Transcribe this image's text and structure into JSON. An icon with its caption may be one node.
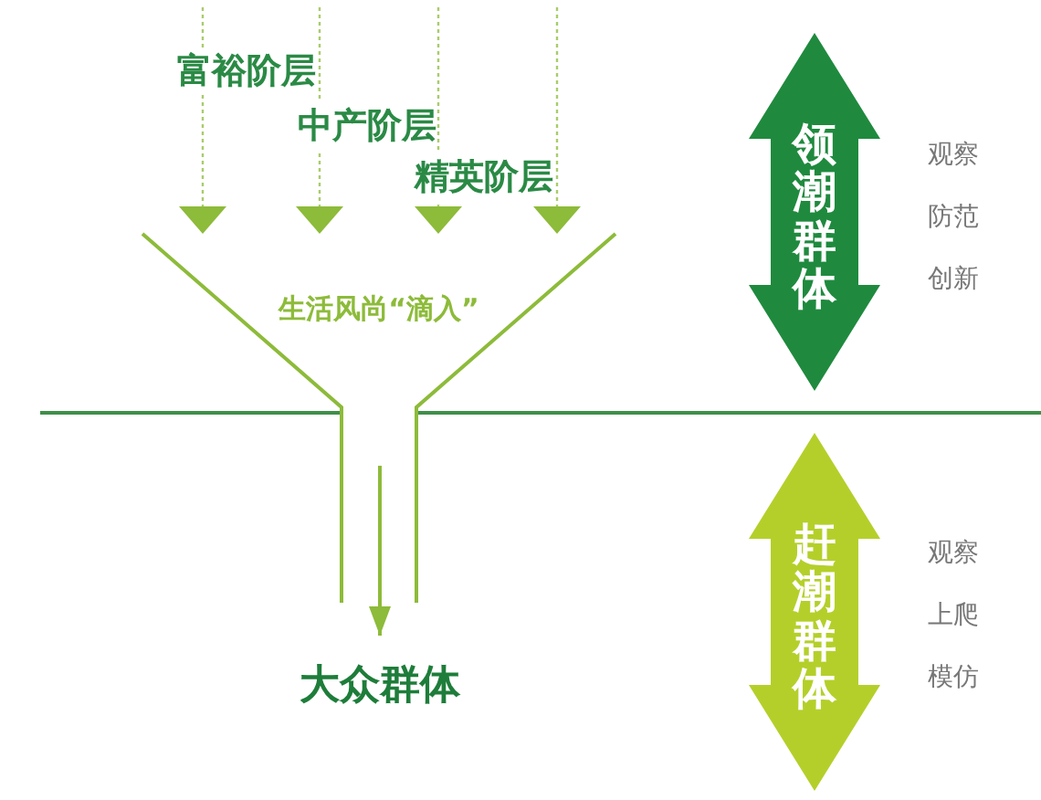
{
  "diagram": {
    "nodes": [
      {
        "text": [
          "生活风尚“滴入”"
        ]
      },
      {
        "text": [
          "大众群体"
        ]
      },
      {
        "text": [
          "领潮群体"
        ],
        "beside": [
          "观察",
          "防范",
          "创新"
        ]
      },
      {
        "text": [
          "赶潮群体"
        ],
        "beside": [
          "观察",
          "上爬",
          "模仿"
        ]
      }
    ],
    "edges": [
      {
        "from": null,
        "to": 0,
        "arrow": "to",
        "style": "dashed"
      },
      {
        "from": null,
        "to": 0,
        "arrow": "to",
        "style": "dashed"
      },
      {
        "from": null,
        "to": 0,
        "arrow": "to",
        "style": "dashed"
      },
      {
        "from": null,
        "to": 0,
        "arrow": "to",
        "style": "dashed"
      },
      {
        "from": 0,
        "to": 1,
        "arrow": "to"
      }
    ],
    "labels": [
      "富裕阶层",
      "中产阶层",
      "精英阶层"
    ]
  }
}
